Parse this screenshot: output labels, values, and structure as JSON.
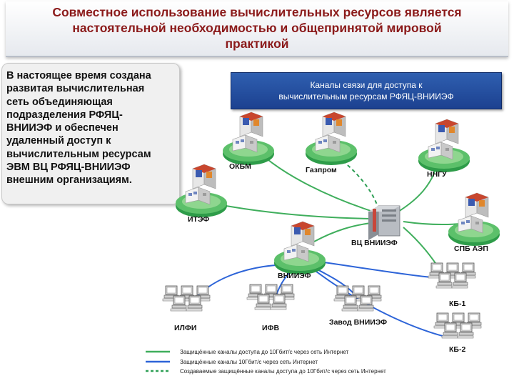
{
  "title": {
    "line1": "Совместное использование вычислительных ресурсов является",
    "line2": "настоятельной необходимостью и общепринятой мировой",
    "line3": "практикой"
  },
  "intro": {
    "lines": [
      "В настоящее время создана",
      "развитая вычислительная",
      "сеть объединяющая",
      "подразделения РФЯЦ-",
      "ВНИИЭФ и обеспечен",
      "удаленный доступ к",
      "вычислительным ресурсам",
      "ЭВМ ВЦ  РФЯЦ-ВНИИЭФ",
      "внешним организациям."
    ]
  },
  "caption": {
    "line1": "Каналы связи для доступа  к",
    "line2": "вычислительным ресурсам РФЯЦ-ВНИИЭФ"
  },
  "nodes": {
    "okbm": "ОКБМ",
    "gazprom": "Газпром",
    "nngu": "ННГУ",
    "itef": "ИТЭФ",
    "vc": "ВЦ ВНИИЭФ",
    "spb": "СПБ АЭП",
    "vniief": "ВНИИЭФ",
    "kb1": "КБ-1",
    "ilfi": "ИЛФИ",
    "ifv": "ИФВ",
    "zavod": "Завод ВНИИЭФ",
    "kb2": "КБ-2"
  },
  "legend": {
    "green": "Защищённые каналы доступа до 10Гбит/с через сеть Интернет",
    "blue": "Защищённые каналы 10Гбит/с через сеть Интернет",
    "dashed": "Создаваемые защищённые каналы доступа до 10Гбит/с через сеть Интернет"
  },
  "colors": {
    "title_text": "#8b1a1a",
    "green_link": "#3fae5c",
    "blue_link": "#2d64d8",
    "dashed_link": "#2e9f55",
    "caption_bg": "#2a56a6"
  },
  "icons": {
    "site": "building-on-green-platform-icon",
    "server": "server-rack-icon",
    "workstations": "computer-cluster-icon"
  }
}
